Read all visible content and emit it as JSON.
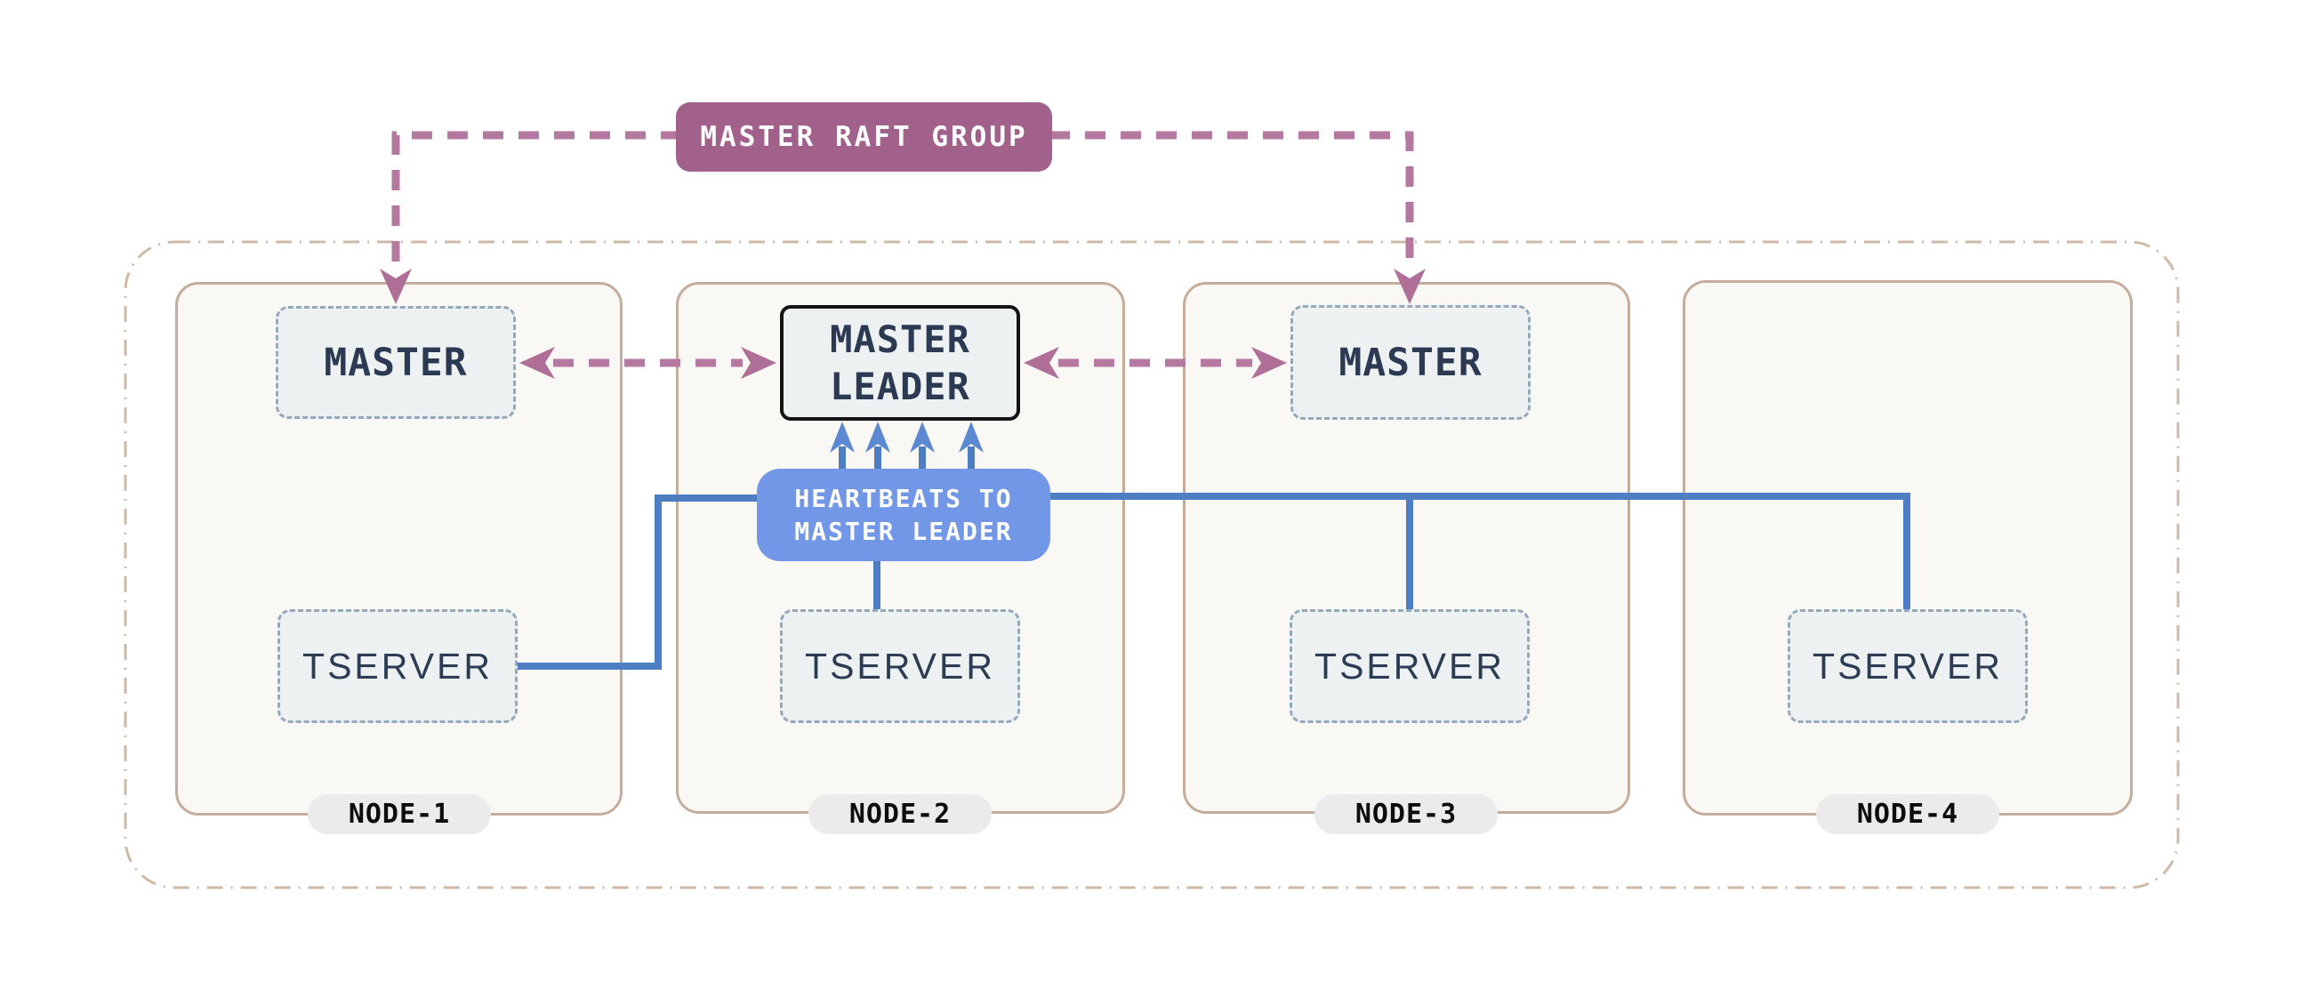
{
  "diagram": {
    "raft_group": {
      "label": "MASTER RAFT GROUP"
    },
    "heartbeats_callout": {
      "line1": "HEARTBEATS TO",
      "line2": "MASTER LEADER"
    },
    "master_leader": {
      "line1": "MASTER",
      "line2": "LEADER"
    },
    "nodes": [
      {
        "label": "NODE-1",
        "master": "MASTER",
        "tserver": "TSERVER"
      },
      {
        "label": "NODE-2",
        "tserver": "TSERVER"
      },
      {
        "label": "NODE-3",
        "master": "MASTER",
        "tserver": "TSERVER"
      },
      {
        "label": "NODE-4",
        "tserver": "TSERVER"
      }
    ],
    "colors": {
      "raft_fill": "#a2618a",
      "raft_link": "#b478a1",
      "raft_arrowhead": "#b06f97",
      "heartbeat_box_fill": "#7297e6",
      "heartbeat_line": "#4d7ec3",
      "heartbeat_arrowhead": "#5b88d0",
      "node_fill": "#faf8f5",
      "node_border": "#c5ac9b",
      "cluster_boundary": "#cdbaa7",
      "component_fill": "#edf1f2",
      "component_border": "#94aabc",
      "leader_border": "#141414",
      "text_navy": "#2b3a52",
      "pill_fill": "#ebebeb"
    }
  }
}
